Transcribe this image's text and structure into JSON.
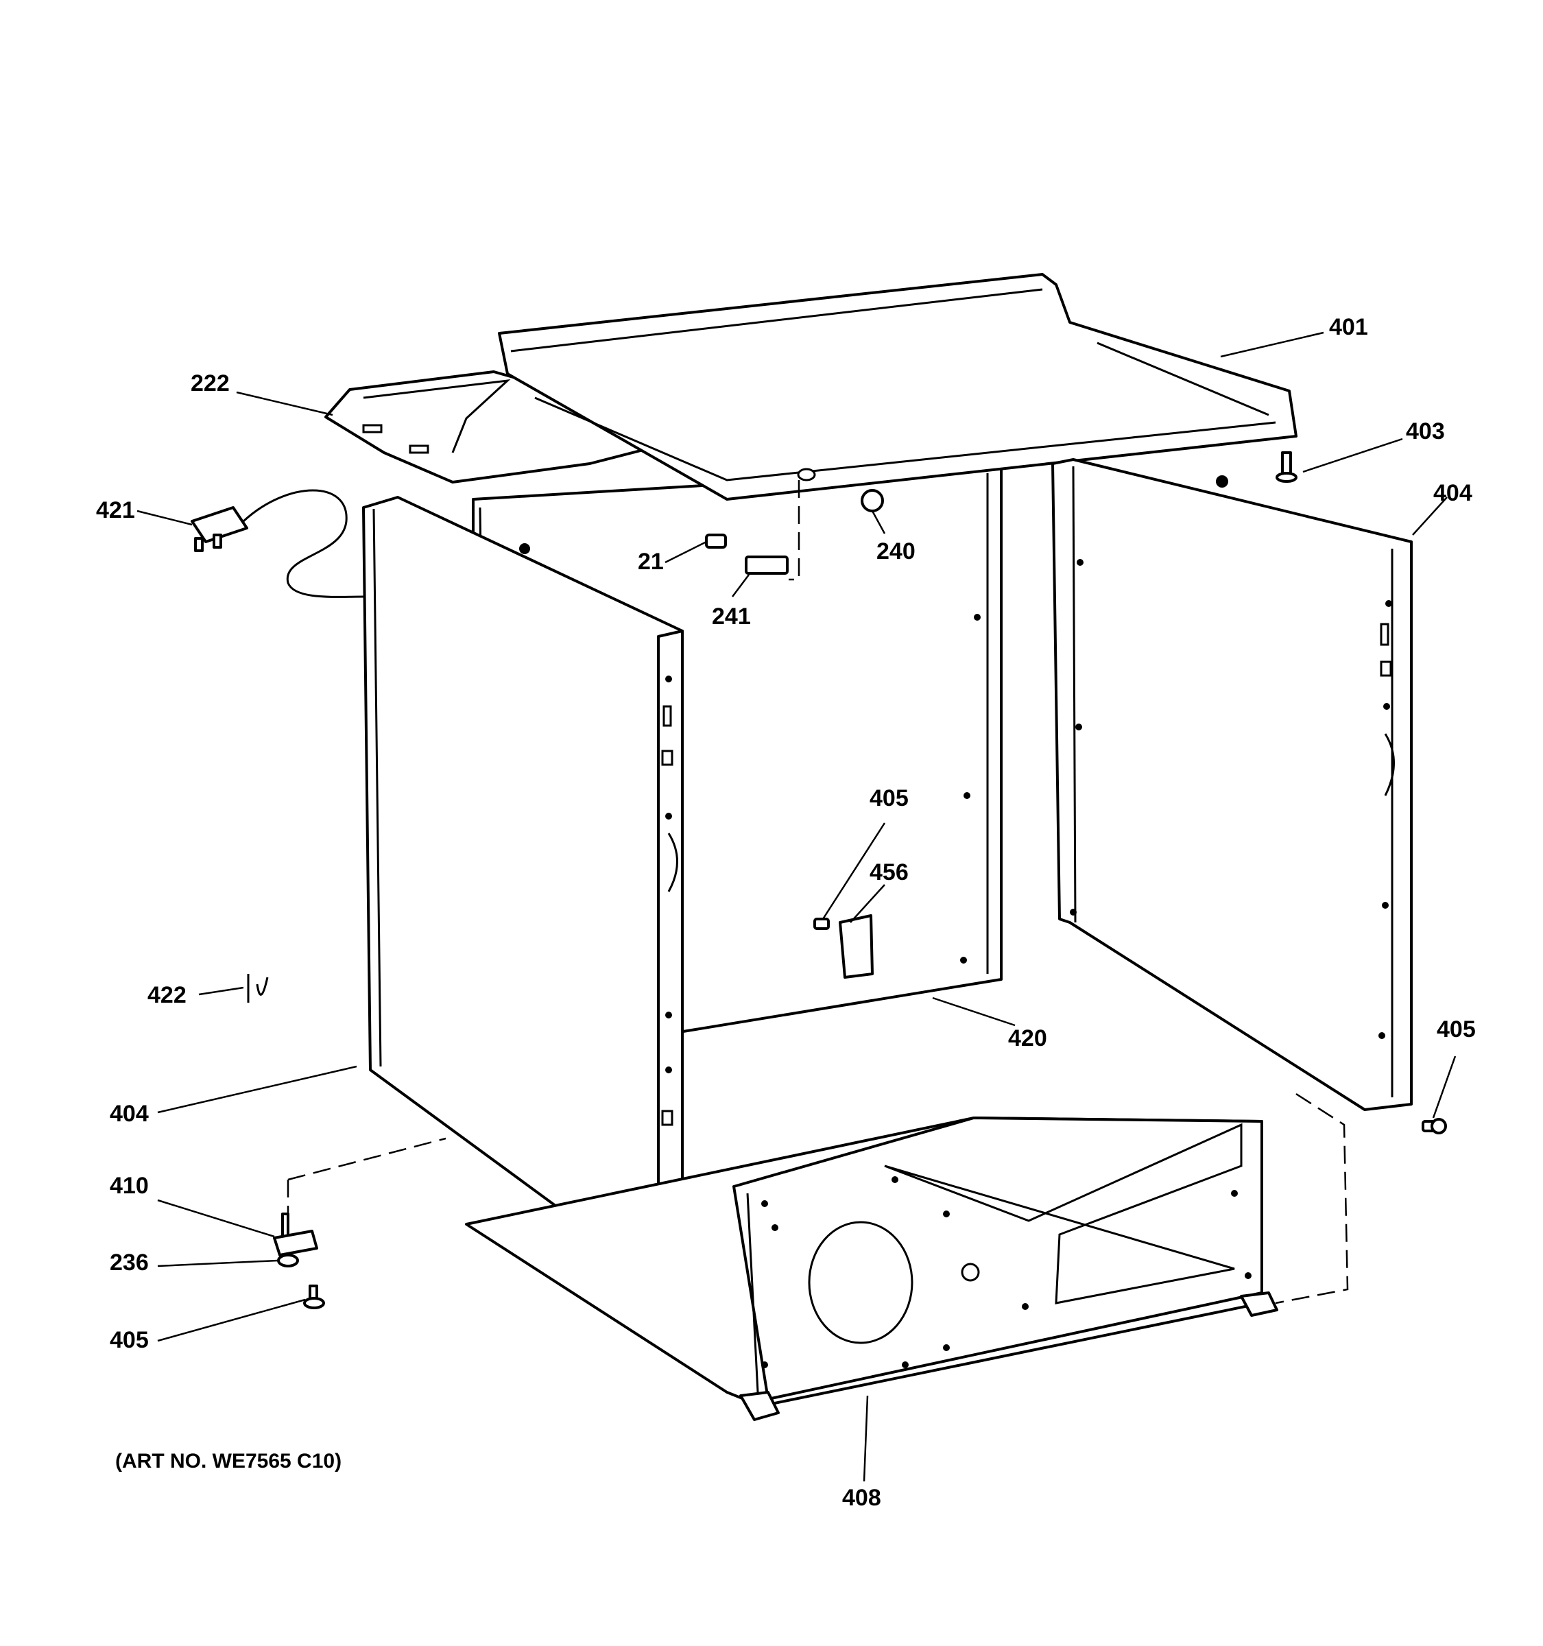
{
  "callouts": {
    "c401": "401",
    "c222": "222",
    "c403": "403",
    "c421": "421",
    "c404_right": "404",
    "c21": "21",
    "c240": "240",
    "c241": "241",
    "c405_center": "405",
    "c456": "456",
    "c422": "422",
    "c420": "420",
    "c405_right": "405",
    "c404_left": "404",
    "c410": "410",
    "c236": "236",
    "c405_left": "405",
    "c408": "408"
  },
  "art_number": "(ART NO. WE7565 C10)"
}
